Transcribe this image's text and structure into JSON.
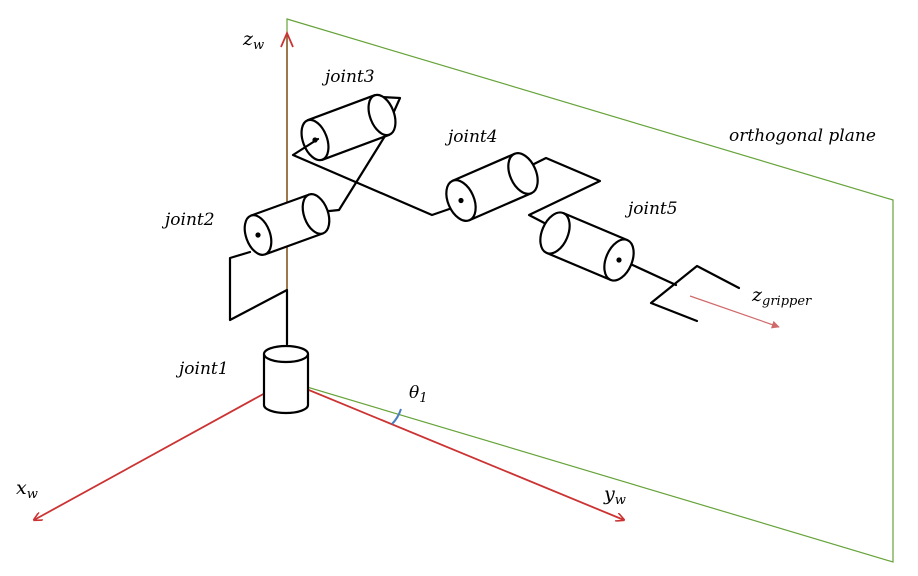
{
  "colors": {
    "axis": "#cc3333",
    "plane": "#66a33a",
    "z_axis": "#8b5a2b",
    "gripper_axis": "#d06a6a",
    "angle_arc": "#4a7fbf",
    "ink": "#000000"
  },
  "labels": {
    "zw": {
      "main": "z",
      "sub": "w"
    },
    "xw": {
      "main": "x",
      "sub": "w"
    },
    "yw": {
      "main": "y",
      "sub": "w"
    },
    "theta": {
      "main": "θ",
      "sub": "1"
    },
    "zgripper": {
      "main": "z",
      "sub": "gripper"
    },
    "plane": "orthogonal plane",
    "joint1": "joint1",
    "joint2": "joint2",
    "joint3": "joint3",
    "joint4": "joint4",
    "joint5": "joint5"
  }
}
